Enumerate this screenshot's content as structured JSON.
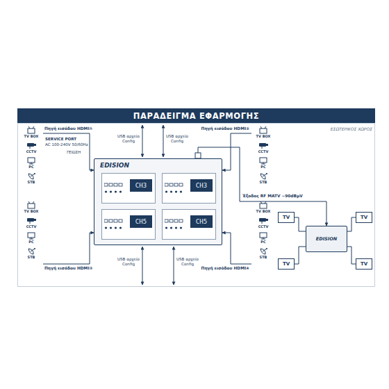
{
  "diagram": {
    "title": "ΠΑΡΑΔΕΙΓΜΑ ΕΦΑΡΜΟΓΗΣ",
    "nodes": [
      {
        "text": [
          "TV BOX",
          "CCTV",
          "PC",
          "STB"
        ]
      },
      {
        "text": [
          "TV BOX",
          "CCTV",
          "PC",
          "STB"
        ]
      },
      {
        "text": [
          "EDISION"
        ]
      },
      {
        "text": [
          "CH3"
        ],
        "in": 2
      },
      {
        "text": [
          "CH3"
        ],
        "in": 2
      },
      {
        "text": [
          "CH5"
        ],
        "in": 2
      },
      {
        "text": [
          "CH5"
        ],
        "in": 2
      },
      {
        "text": [
          "TV BOX",
          "CCTV",
          "PC",
          "STB"
        ]
      },
      {
        "text": [
          "TV BOX",
          "CCTV",
          "PC",
          "STB"
        ]
      },
      {
        "text": [
          "EDISION"
        ]
      },
      {
        "text": [
          "TV"
        ]
      },
      {
        "text": [
          "TV"
        ]
      },
      {
        "text": [
          "TV"
        ]
      },
      {
        "text": [
          "TV"
        ]
      }
    ],
    "edges": [
      {
        "from": 0,
        "to": 2,
        "arrow": "to",
        "label": "Πηγή εισόδου HDMI①"
      },
      {
        "from": 1,
        "to": 2,
        "arrow": "to",
        "label": "Πηγή εισόδου HDMI②"
      },
      {
        "from": 7,
        "to": 2,
        "arrow": "to",
        "label": "Πηγή εισόδου HDMI③"
      },
      {
        "from": 8,
        "to": 2,
        "arrow": "to",
        "label": "Πηγή εισόδου HDMI④"
      },
      {
        "from": 2,
        "to": 9,
        "arrow": "to",
        "label": "Έξοδος RF MATV ~90dBμV"
      },
      {
        "from": 9,
        "to": 10,
        "arrow": "none"
      },
      {
        "from": 9,
        "to": 11,
        "arrow": "none"
      },
      {
        "from": 9,
        "to": 12,
        "arrow": "none"
      },
      {
        "from": 9,
        "to": 13,
        "arrow": "none"
      }
    ],
    "labels": [
      "SERVICE PORT",
      "AC 100-240V 50/60Hz",
      "ΓΕΙΩΣΗ",
      "USB αρχείο Config",
      "USB αρχείο Config",
      "USB αρχείο Config",
      "USB αρχείο Config",
      "ΕΣΩΤΕΡΙΚΟΣ ΧΩΡΟΣ"
    ]
  }
}
